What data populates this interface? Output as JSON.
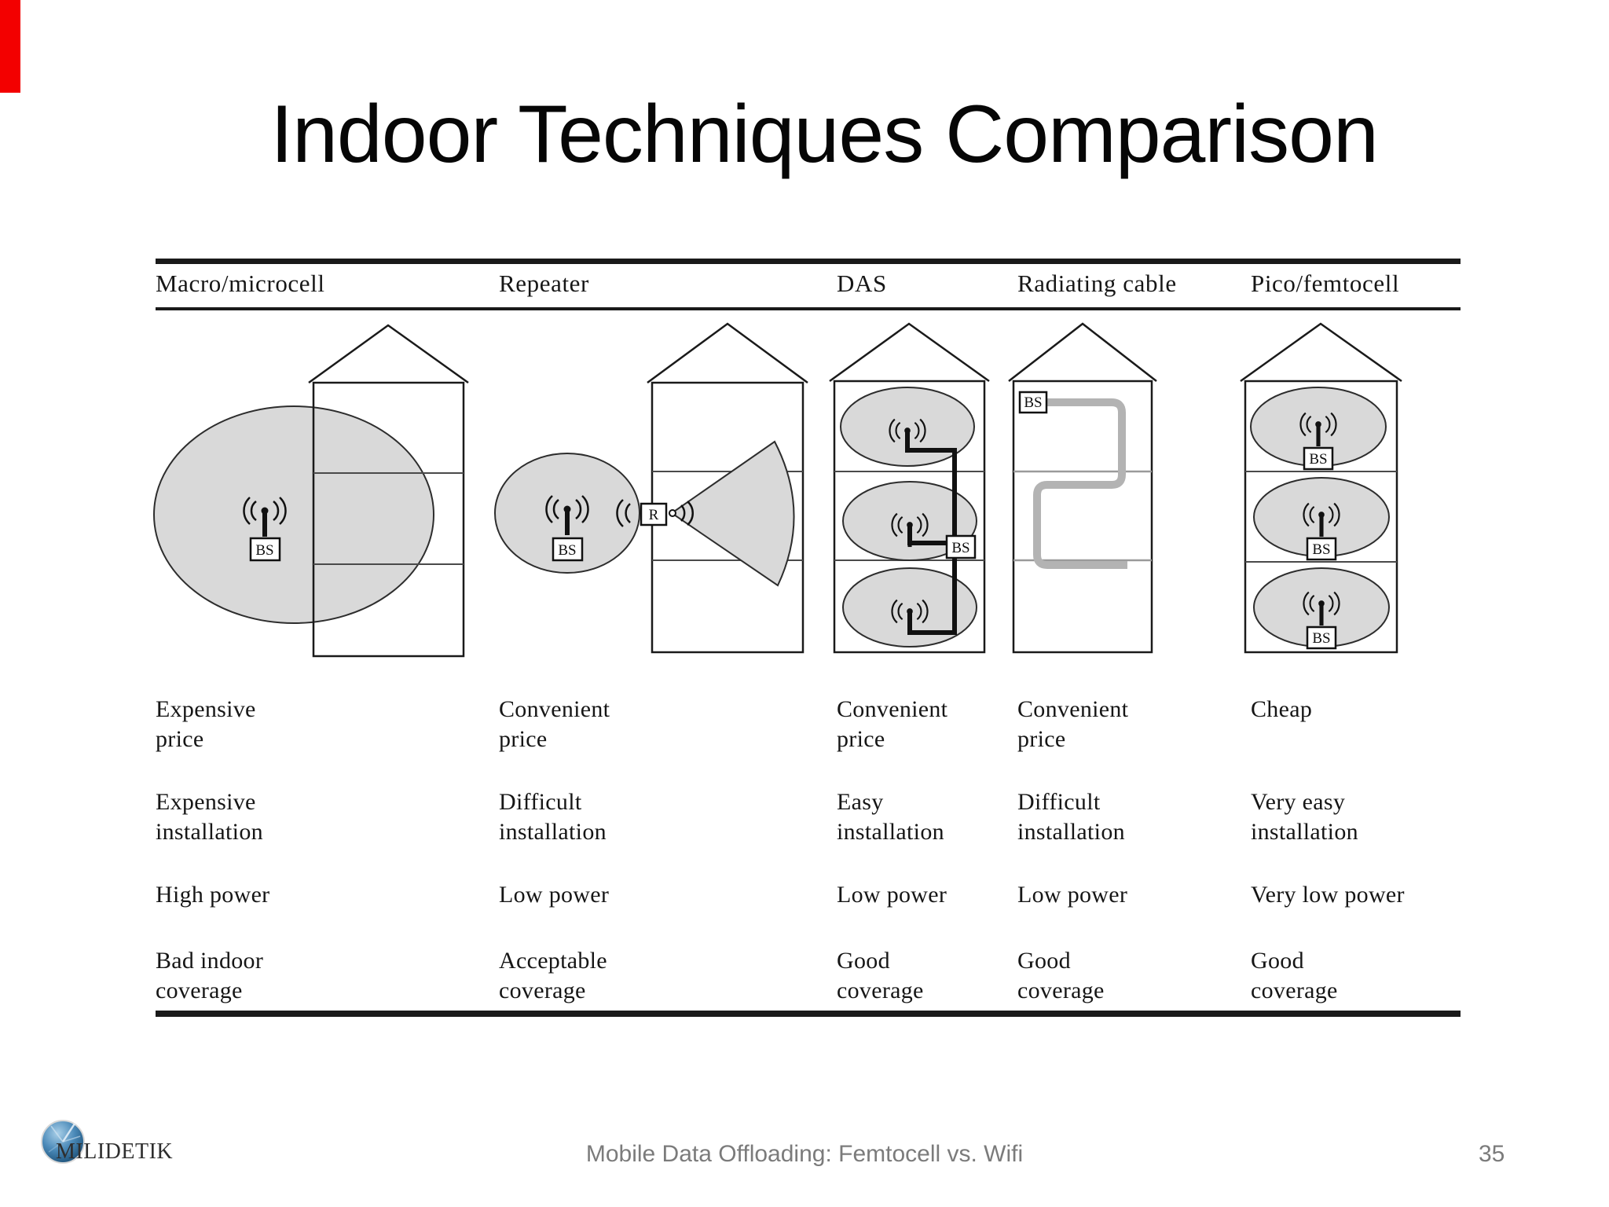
{
  "slide": {
    "title": "Indoor Techniques Comparison",
    "footer": "Mobile Data Offloading: Femtocell vs. Wifi",
    "page_number": "35",
    "logo_text": "MILIDETIK"
  },
  "colors": {
    "red_bar": "#f30000",
    "coverage_gray": "#d9d9d9",
    "outline_black": "#1a1a1a",
    "radiating_cable_gray": "#b3b3b3",
    "footer_gray": "#7b7b7b",
    "logo_blue": "#3d7fae"
  },
  "diagram_labels": {
    "bs": "BS",
    "r": "R"
  },
  "comparison_table": {
    "columns": [
      {
        "header": "Macro/microcell",
        "diagram_icon": "macrocell-coverage-ellipse-outside-building",
        "price": "Expensive\nprice",
        "installation": "Expensive\ninstallation",
        "power": "High power",
        "coverage": "Bad indoor\ncoverage"
      },
      {
        "header": "Repeater",
        "diagram_icon": "repeater-on-wall-with-indoor-cone",
        "price": "Convenient\nprice",
        "installation": "Difficult\ninstallation",
        "power": "Low power",
        "coverage": "Acceptable\ncoverage"
      },
      {
        "header": "DAS",
        "diagram_icon": "distributed-antennas-with-cable-and-bs",
        "price": "Convenient\nprice",
        "installation": "Easy\ninstallation",
        "power": "Low power",
        "coverage": "Good\ncoverage"
      },
      {
        "header": "Radiating cable",
        "diagram_icon": "snaking-radiating-cable-from-bs",
        "price": "Convenient\nprice",
        "installation": "Difficult\ninstallation",
        "power": "Low power",
        "coverage": "Good\ncoverage"
      },
      {
        "header": "Pico/femtocell",
        "diagram_icon": "base-station-per-floor",
        "price": "Cheap",
        "installation": "Very easy\ninstallation",
        "power": "Very low power",
        "coverage": "Good\ncoverage"
      }
    ]
  }
}
